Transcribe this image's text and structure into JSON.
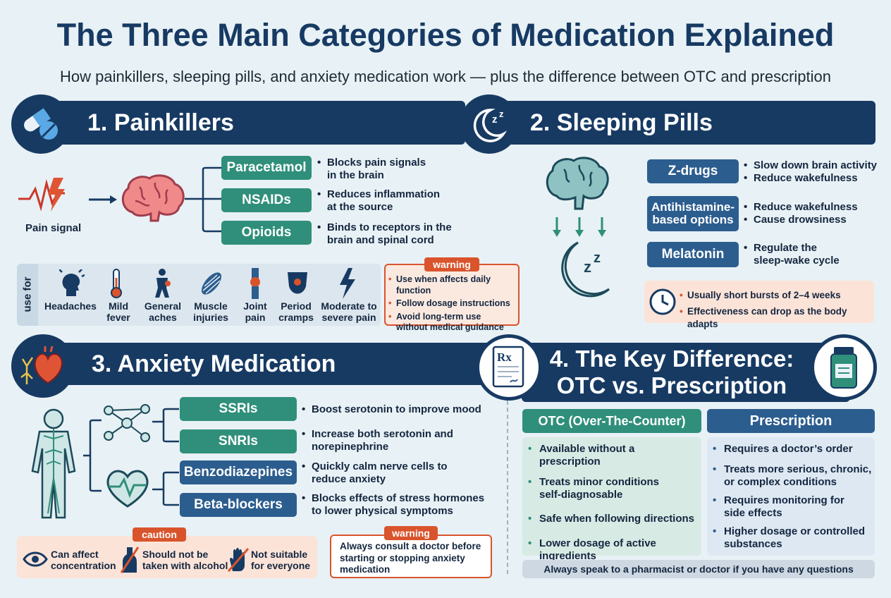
{
  "title": "The Three Main Categories of Medication Explained",
  "subtitle": "How painkillers, sleeping pills, and anxiety medication work — plus the difference between OTC and prescription",
  "painkillers": {
    "heading": "1. Painkillers",
    "pain_signal": "Pain signal",
    "types": [
      {
        "name": "Paracetamol",
        "l1": "Blocks pain signals",
        "l2": "in the brain"
      },
      {
        "name": "NSAIDs",
        "l1": "Reduces inflammation",
        "l2": "at the source"
      },
      {
        "name": "Opioids",
        "l1": "Binds to receptors in the",
        "l2": "brain and spinal cord"
      }
    ],
    "use_for_label": "use for",
    "uses": [
      {
        "l1": "Headaches",
        "l2": ""
      },
      {
        "l1": "Mild",
        "l2": "fever"
      },
      {
        "l1": "General",
        "l2": "aches"
      },
      {
        "l1": "Muscle",
        "l2": "injuries"
      },
      {
        "l1": "Joint",
        "l2": "pain"
      },
      {
        "l1": "Period",
        "l2": "cramps"
      },
      {
        "l1": "Moderate to",
        "l2": "severe pain"
      }
    ],
    "warning_tag": "warning",
    "warnings": [
      "Use when affects daily function",
      "Follow dosage instructions",
      "Avoid long-term use",
      "without medical guidance"
    ]
  },
  "sleeping": {
    "heading": "2. Sleeping Pills",
    "types": [
      {
        "name_l1": "Z-drugs",
        "name_l2": "",
        "l1": "Slow down brain activity",
        "l2": "Reduce wakefulness"
      },
      {
        "name_l1": "Antihistamine-",
        "name_l2": "based options",
        "l1": "Reduce wakefulness",
        "l2": "Cause drowsiness"
      },
      {
        "name_l1": "Melatonin",
        "name_l2": "",
        "l1": "Regulate the",
        "l2": "sleep-wake cycle"
      }
    ],
    "notes": [
      "Usually short bursts of 2–4 weeks",
      "Effectiveness can drop as the body adapts"
    ]
  },
  "anxiety": {
    "heading": "3. Anxiety Medication",
    "types": [
      {
        "name": "SSRIs",
        "l1": "Boost serotonin to improve mood",
        "l2": ""
      },
      {
        "name": "SNRIs",
        "l1": "Increase both serotonin and",
        "l2": "norepinephrine"
      },
      {
        "name": "Benzodiazepines",
        "l1": "Quickly calm nerve cells to",
        "l2": "reduce anxiety"
      },
      {
        "name": "Beta-blockers",
        "l1": "Blocks effects of stress hormones",
        "l2": "to lower physical symptoms"
      }
    ],
    "caution_tag": "caution",
    "cautions": [
      {
        "l1": "Can affect",
        "l2": "concentration"
      },
      {
        "l1": "Should not be",
        "l2": "taken with alcohol"
      },
      {
        "l1": "Not suitable",
        "l2": "for everyone"
      }
    ],
    "warning_tag": "warning",
    "warning_lines": [
      "Always consult a doctor before",
      "starting or stopping anxiety",
      "medication"
    ]
  },
  "difference": {
    "heading_l1": "4. The Key Difference:",
    "heading_l2": "OTC vs. Prescription",
    "rx_symbol": "Rx",
    "otc_title": "OTC (Over-The-Counter)",
    "otc_items": [
      {
        "l1": "Available without a prescription",
        "l2": ""
      },
      {
        "l1": "Treats minor conditions",
        "l2": "self-diagnosable"
      },
      {
        "l1": "Safe when following directions",
        "l2": ""
      },
      {
        "l1": "Lower dosage of active",
        "l2": "ingredients"
      }
    ],
    "rx_title": "Prescription",
    "rx_items": [
      {
        "l1": "Requires a doctor’s order",
        "l2": ""
      },
      {
        "l1": "Treats more serious, chronic,",
        "l2": "or complex conditions"
      },
      {
        "l1": "Requires monitoring for",
        "l2": "side effects"
      },
      {
        "l1": "Higher dosage or controlled",
        "l2": "substances"
      }
    ],
    "footer": "Always speak to a pharmacist or doctor if you have any questions"
  },
  "colors": {
    "navy": "#173a63",
    "green": "#2f8f7a",
    "blue": "#2c5d8f",
    "warning": "#d9542c"
  },
  "icons": [
    "pill-capsule-icon",
    "moon-zzz-icon",
    "heart-nerve-icon",
    "prescription-icon",
    "medicine-bottle-icon",
    "brain-icon",
    "lightning-pain-icon",
    "clock-icon",
    "eye-icon",
    "no-alcohol-icon",
    "stop-hand-icon",
    "body-nerves-icon",
    "network-icon",
    "heartbeat-icon"
  ]
}
